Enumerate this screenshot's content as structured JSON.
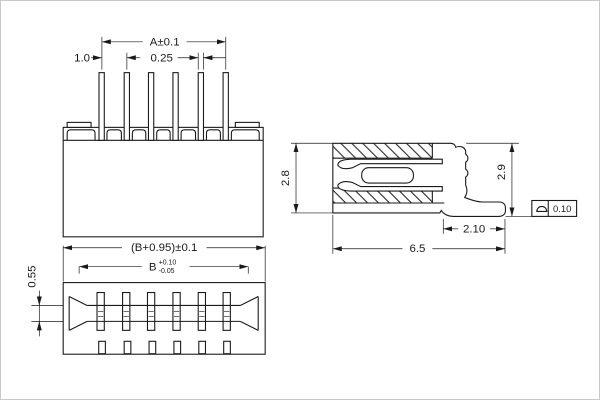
{
  "drawing": {
    "front_view": {
      "pin_count": 6,
      "dim_span": "A±0.1",
      "dim_pitch": "1.0",
      "dim_pin_width": "0.25"
    },
    "bottom_view": {
      "slot_count": 6,
      "dim_overall": "(B+0.95)±0.1",
      "dim_b": "B",
      "dim_b_tol_upper": "+0.10",
      "dim_b_tol_lower": "-0.05",
      "dim_channel": "0.55"
    },
    "side_view": {
      "dim_body_height": "2.8",
      "dim_total_height": "2.9",
      "dim_leg_length": "2.10",
      "dim_overall_length": "6.5"
    },
    "gdt_frame": {
      "symbol": "profile-of-surface",
      "tolerance": "0.10"
    },
    "colors": {
      "line": "#1a1a1a",
      "background": "#ffffff"
    }
  }
}
